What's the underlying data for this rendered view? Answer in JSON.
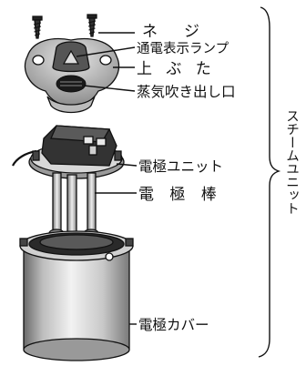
{
  "labels": {
    "screw": "ネ　ジ",
    "lamp": "通電表示ランプ",
    "lid": "上 ぶ た",
    "steam_outlet": "蒸気吹き出し口",
    "electrode_unit": "電極ユニット",
    "electrode_rod": "電 極 棒",
    "electrode_cover": "電極カバー"
  },
  "group_label": "スチームユニット"
}
